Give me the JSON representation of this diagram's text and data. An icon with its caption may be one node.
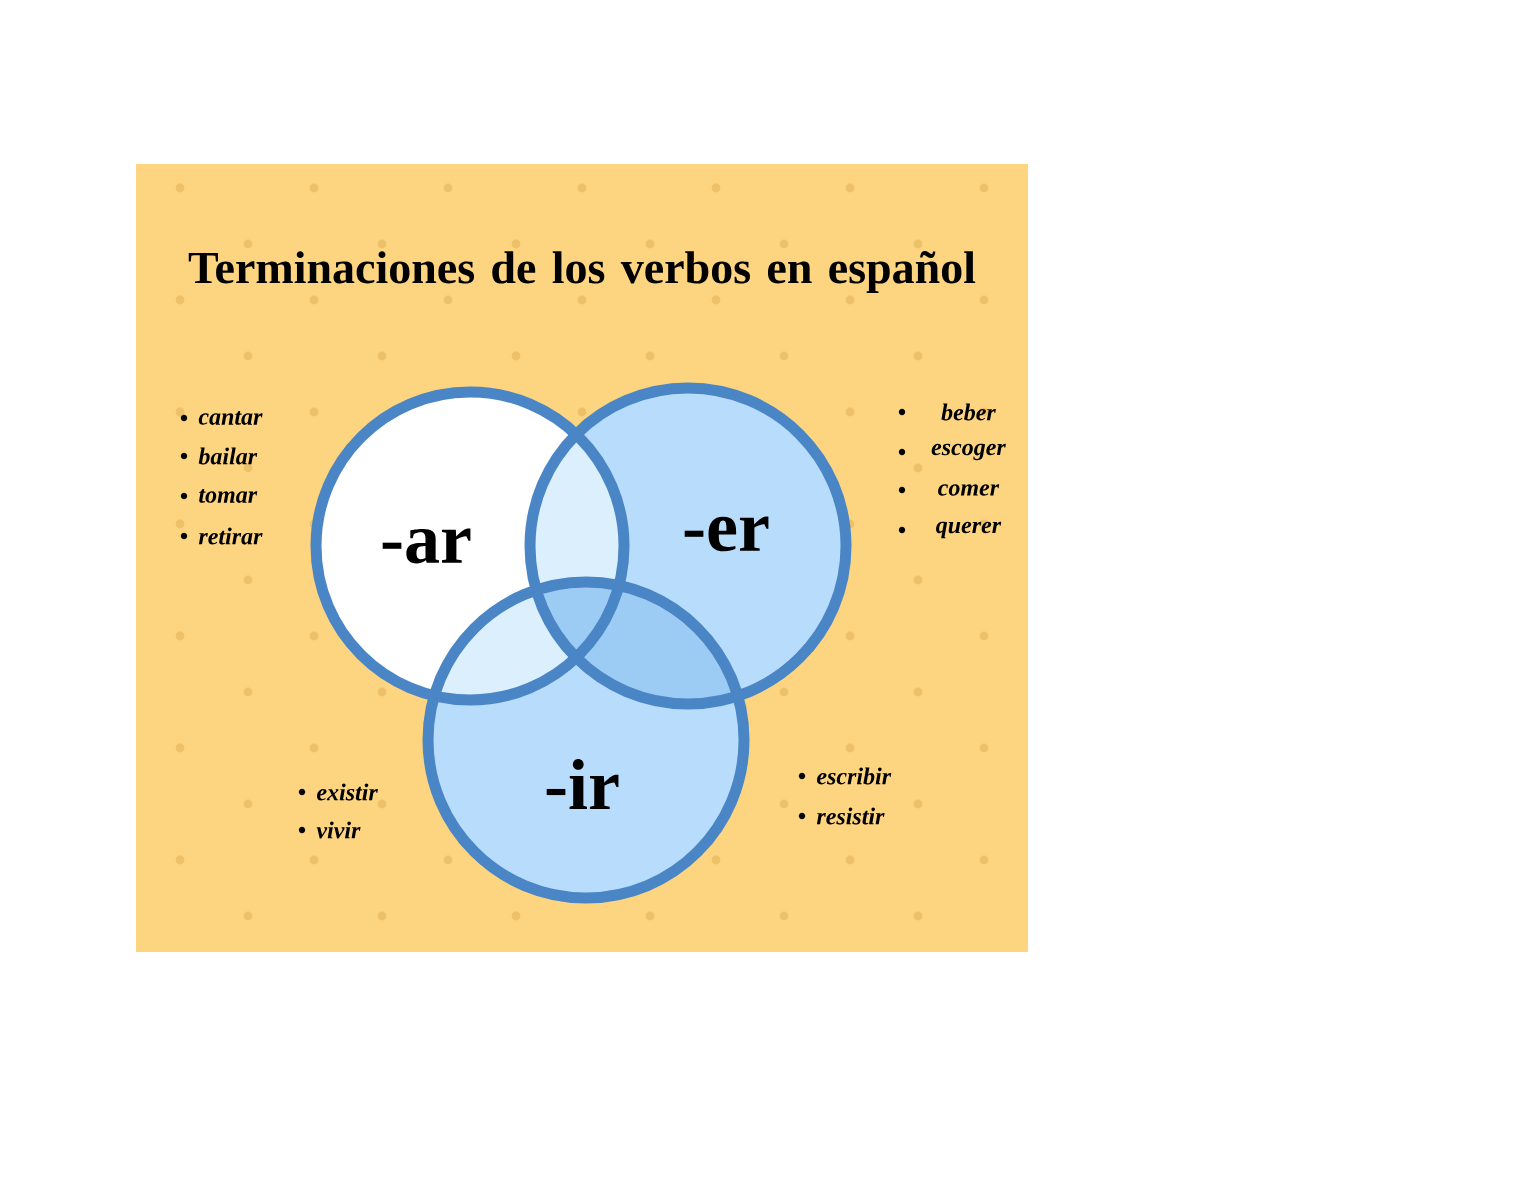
{
  "diagram": {
    "title": "Terminaciones de los verbos en español",
    "nodes": [
      {
        "text": [
          "-ar"
        ]
      },
      {
        "text": [
          "-er"
        ]
      },
      {
        "text": [
          "-ir"
        ]
      }
    ],
    "edges": [],
    "labels": [
      "cantar",
      "bailar",
      "tomar",
      "retirar",
      "beber",
      "escoger",
      "comer",
      "querer",
      "existir",
      "vivir",
      "escribir",
      "resistir"
    ]
  }
}
